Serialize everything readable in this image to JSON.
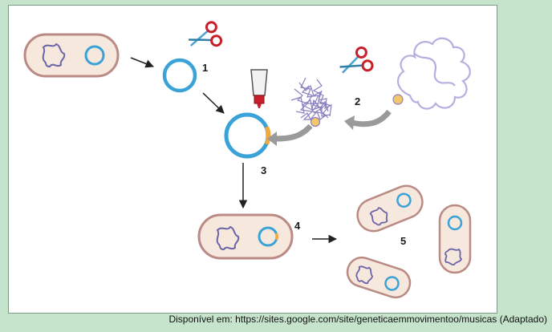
{
  "steps": {
    "s1": "1",
    "s2": "2",
    "s3": "3",
    "s4": "4",
    "s5": "5"
  },
  "caption": "Disponível em: https://sites.google.com/site/geneticaemmovimentoo/musicas (Adaptado)",
  "colors": {
    "page_background": "#c6e3cc",
    "cell_fill": "#f7e8de",
    "cell_border": "#b98b84",
    "plasmid_blue": "#3aa2d6",
    "insert_orange": "#f2a93b",
    "dna_purple": "#8a7fc0",
    "scissors_red": "#c8202a"
  },
  "icons": [
    "scissors-icon",
    "glue-tube-icon",
    "arrow-icon",
    "bacterium-icon",
    "plasmid-icon",
    "dna-fragment-icon"
  ]
}
